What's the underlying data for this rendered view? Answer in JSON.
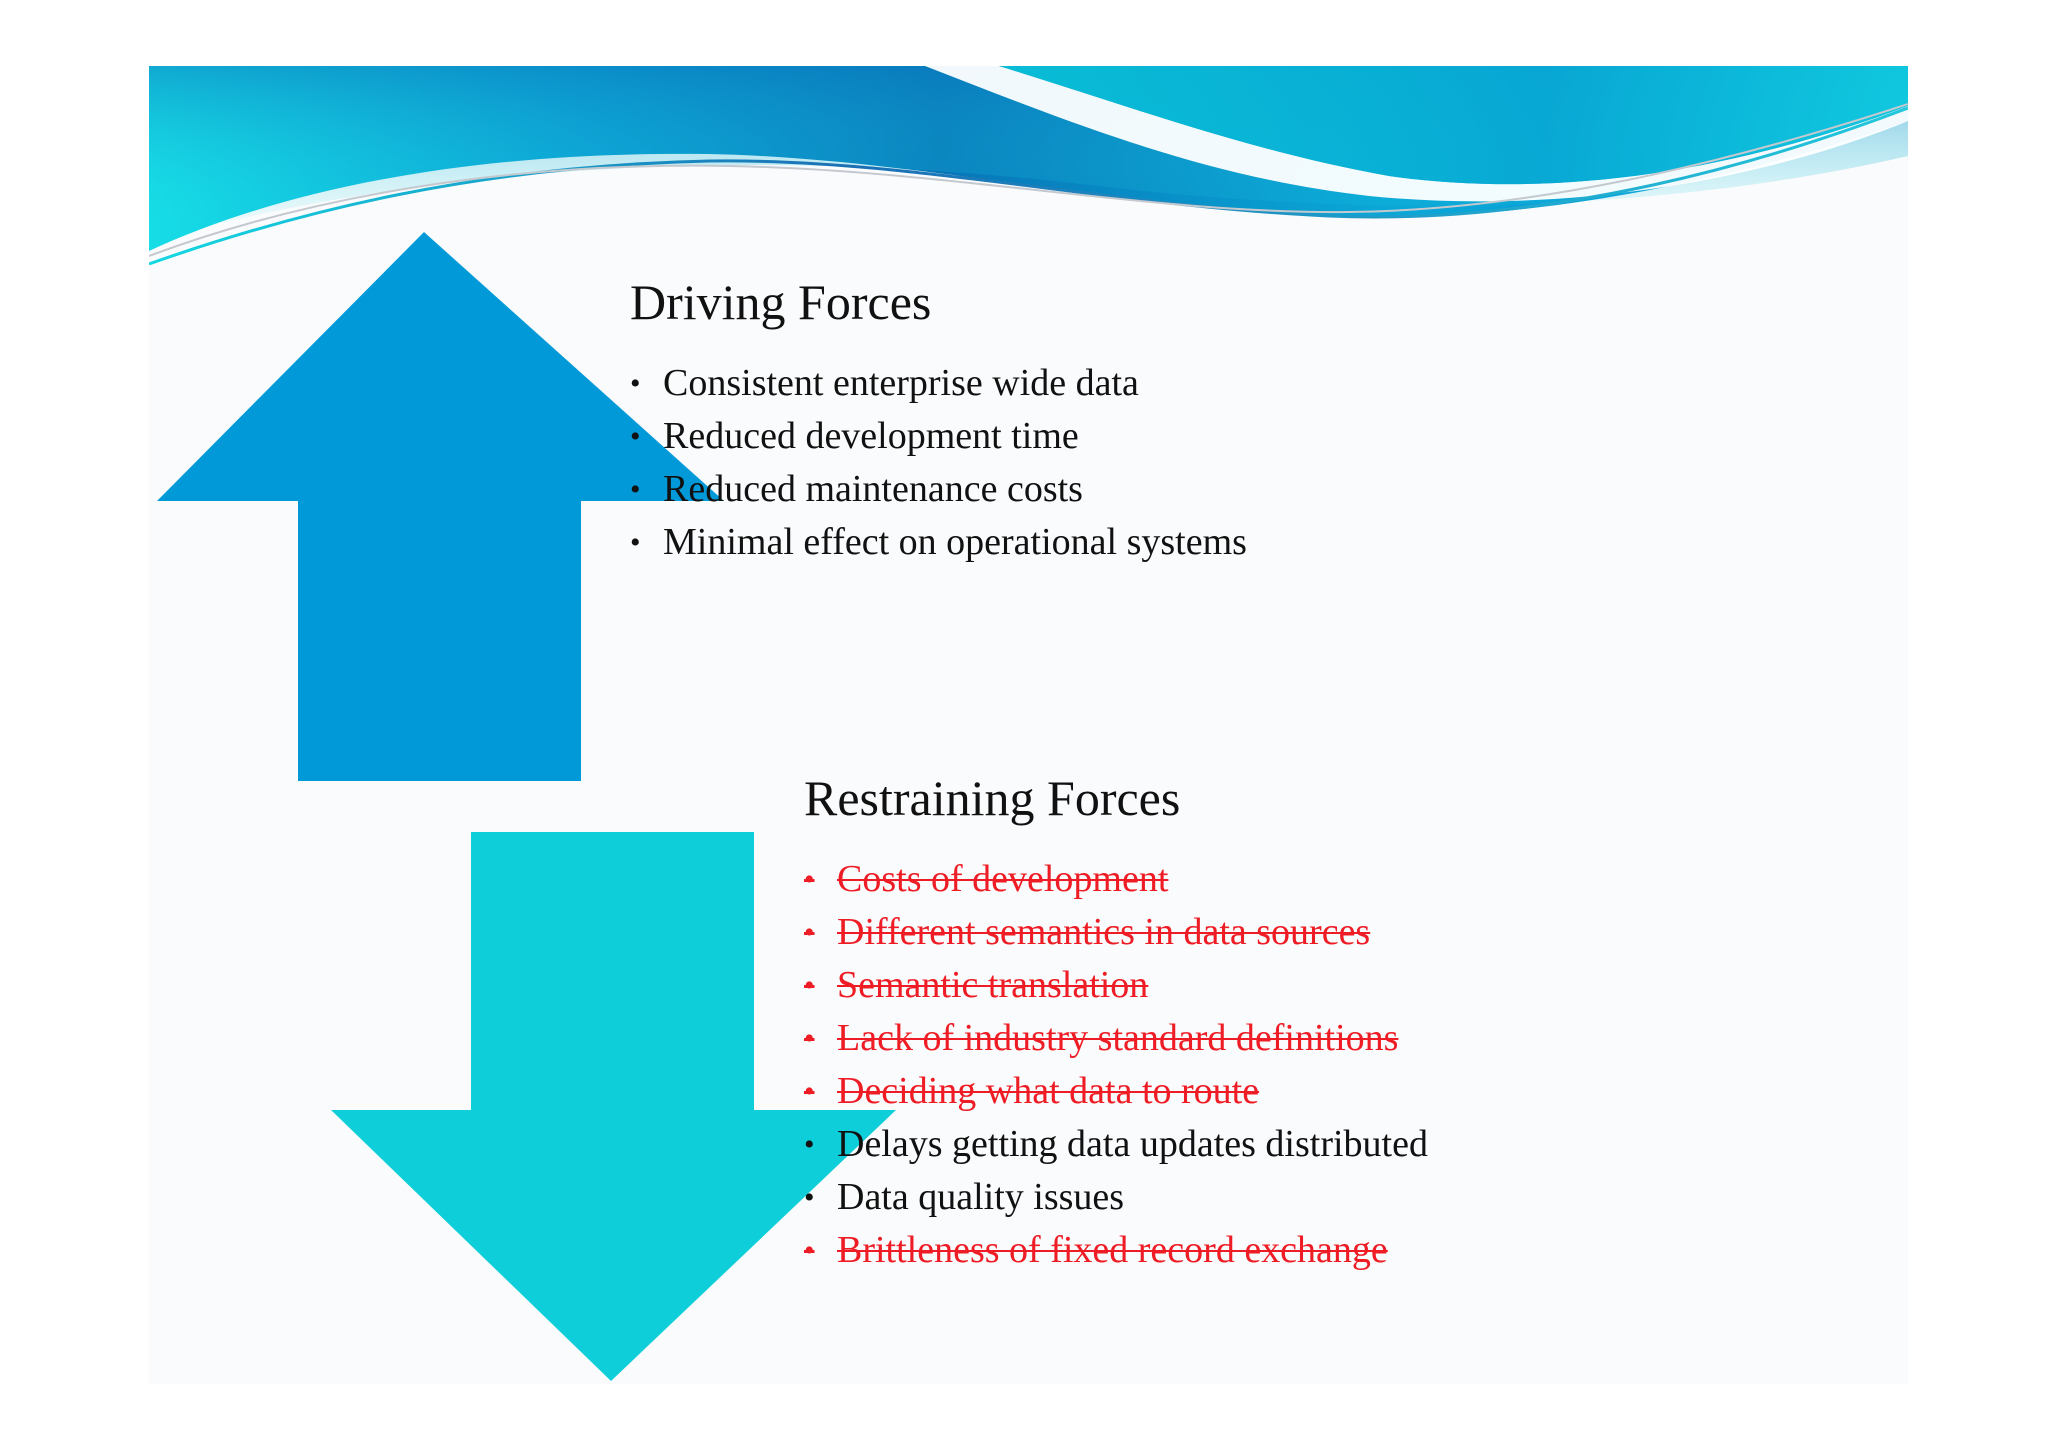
{
  "colors": {
    "up_arrow": "#0299d9",
    "down_arrow": "#0ecfd9",
    "struck_text": "#ee1c25",
    "banner_dark": "#0a6fb0",
    "banner_light": "#1ee3e8"
  },
  "icons": {
    "up_arrow": "arrow-up-icon",
    "down_arrow": "arrow-down-icon"
  },
  "driving": {
    "title": "Driving Forces",
    "items": [
      {
        "text": "Consistent enterprise wide data",
        "struck": false
      },
      {
        "text": "Reduced development time",
        "struck": false
      },
      {
        "text": "Reduced maintenance costs",
        "struck": false
      },
      {
        "text": "Minimal effect on operational systems",
        "struck": false
      }
    ]
  },
  "restraining": {
    "title": "Restraining Forces",
    "items": [
      {
        "text": "Costs of development",
        "struck": true
      },
      {
        "text": "Different semantics in data sources",
        "struck": true
      },
      {
        "text": "Semantic translation",
        "struck": true
      },
      {
        "text": "Lack of industry standard definitions",
        "struck": true
      },
      {
        "text": "Deciding what data to route",
        "struck": true
      },
      {
        "text": "Delays getting data updates distributed",
        "struck": false
      },
      {
        "text": "Data quality issues",
        "struck": false
      },
      {
        "text": "Brittleness of fixed record exchange",
        "struck": true
      }
    ]
  }
}
